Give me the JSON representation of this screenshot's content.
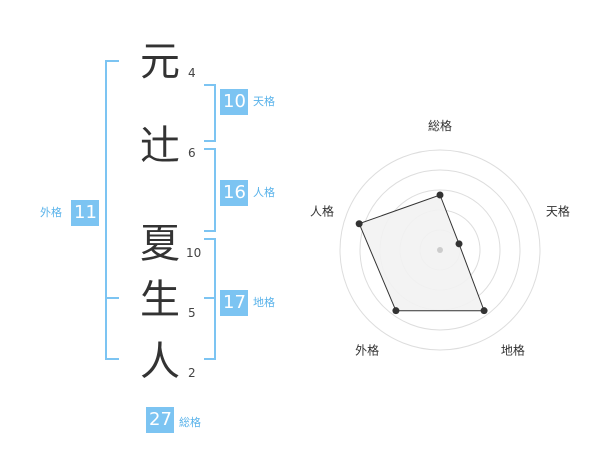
{
  "name": {
    "chars": [
      {
        "char": "元",
        "strokes": "4"
      },
      {
        "char": "辻",
        "strokes": "6"
      },
      {
        "char": "夏",
        "strokes": "10"
      },
      {
        "char": "生",
        "strokes": "5"
      },
      {
        "char": "人",
        "strokes": "2"
      }
    ]
  },
  "kakusu": {
    "tenkaku": {
      "value": "10",
      "label": "天格"
    },
    "jinkaku": {
      "value": "16",
      "label": "人格"
    },
    "chikaku": {
      "value": "17",
      "label": "地格"
    },
    "gaikaku": {
      "value": "11",
      "label": "外格"
    },
    "soukaku": {
      "value": "27",
      "label": "総格"
    }
  },
  "colors": {
    "accent": "#7cc4f2",
    "accent_text": "#58b2ea",
    "radar_fill": "#f2f2f2",
    "radar_ring": "#dddddd"
  },
  "chart_data": {
    "type": "radar",
    "axes": [
      "総格",
      "天格",
      "地格",
      "外格",
      "人格"
    ],
    "values": [
      0.55,
      0.2,
      0.75,
      0.75,
      0.85
    ],
    "rings": 5,
    "range": [
      0,
      1
    ]
  }
}
